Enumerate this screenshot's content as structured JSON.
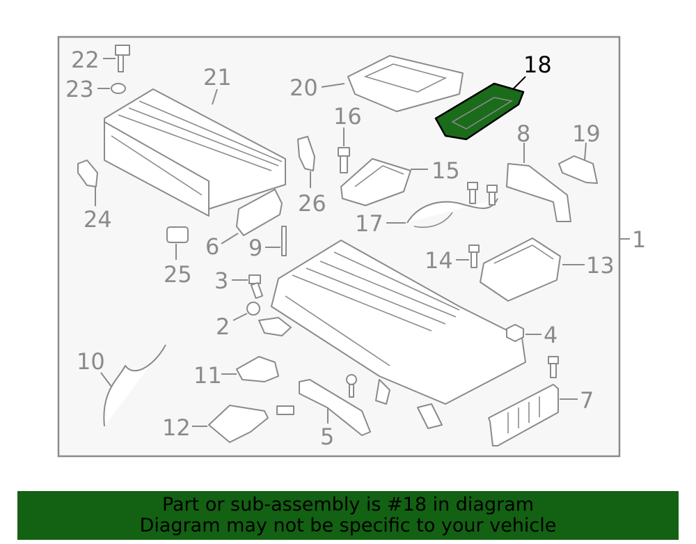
{
  "diagram": {
    "highlighted_part": "18",
    "highlight_color": "#1a6b1a",
    "assembly_label": "1",
    "callouts": [
      "22",
      "23",
      "21",
      "20",
      "18",
      "16",
      "8",
      "19",
      "15",
      "24",
      "26",
      "6",
      "9",
      "17",
      "25",
      "14",
      "13",
      "3",
      "2",
      "4",
      "10",
      "11",
      "7",
      "12",
      "5"
    ]
  },
  "banner": {
    "line1": "Part or sub-assembly is #18 in diagram",
    "line2": "Diagram may not be specific to your vehicle",
    "background": "#136113"
  }
}
